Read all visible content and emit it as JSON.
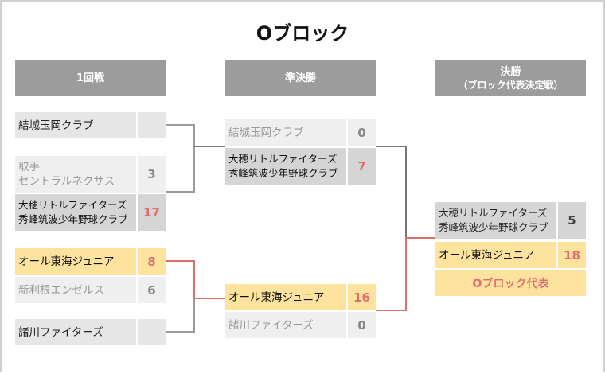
{
  "title": "Oブロック",
  "headers": {
    "round1": "1回戦",
    "semi": "準決勝",
    "final_line1": "決勝",
    "final_line2": "（ブロック代表決定戦）"
  },
  "round1": [
    {
      "team1": "結城玉岡クラブ",
      "score1": "",
      "team2_line1": "",
      "team2_line2": ""
    },
    {
      "team1_line1": "取手",
      "team1_line2": "セントラルネクサス",
      "score1": "3",
      "team2_line1": "大穂リトルファイターズ",
      "team2_line2": "秀峰筑波少年野球クラブ",
      "score2": "17"
    },
    {
      "team1": "オール東海ジュニア",
      "score1": "8",
      "team2": "新利根エンゼルス",
      "score2": "6"
    },
    {
      "team1": "諸川ファイターズ",
      "score1": ""
    }
  ],
  "semi": [
    {
      "team1": "結城玉岡クラブ",
      "score1": "0",
      "team2_line1": "大穂リトルファイターズ",
      "team2_line2": "秀峰筑波少年野球クラブ",
      "score2": "7"
    },
    {
      "team1": "オール東海ジュニア",
      "score1": "16",
      "team2": "諸川ファイターズ",
      "score2": "0"
    }
  ],
  "final": {
    "team1_line1": "大穂リトルファイターズ",
    "team1_line2": "秀峰筑波少年野球クラブ",
    "score1": "5",
    "team2": "オール東海ジュニア",
    "score2": "18",
    "representative": "Oブロック代表"
  },
  "colors": {
    "header_bg": "#9c9c9c",
    "winner_bg": "#fde39d",
    "winner_score": "#e07070",
    "advance_line": "#d9706a",
    "line": "#9a9a9a"
  }
}
